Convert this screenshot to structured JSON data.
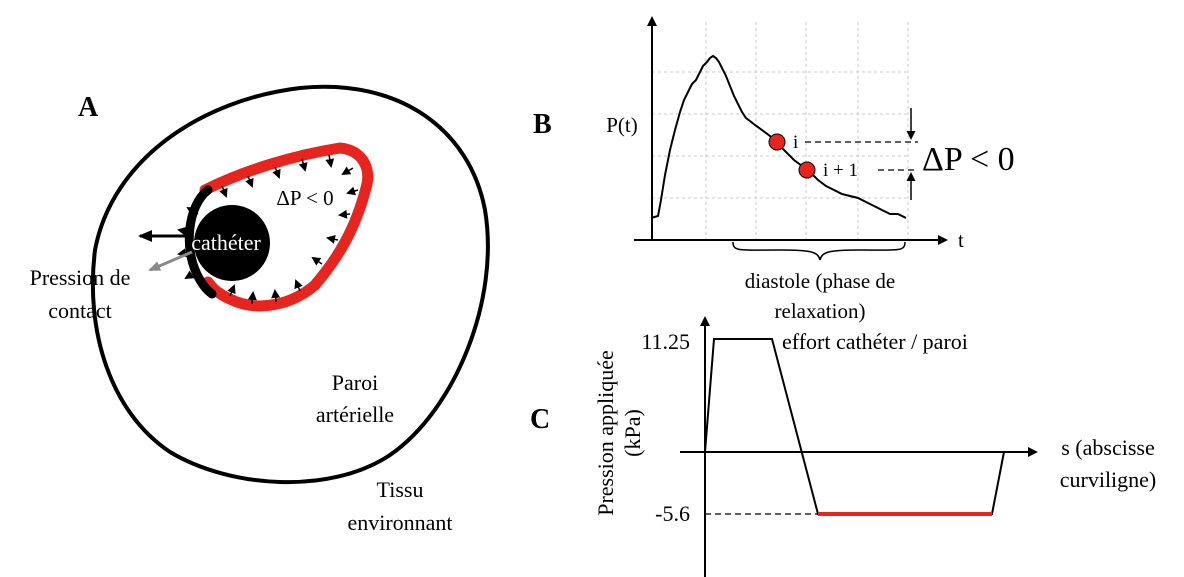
{
  "panel_a": {
    "letter": "A",
    "catheter_label": "cathéter",
    "delta_p_label": "ΔP < 0",
    "contact_pressure_line1": "Pression de",
    "contact_pressure_line2": "contact",
    "wall_line1": "Paroi",
    "wall_line2": "artérielle",
    "tissue_line1": "Tissu",
    "tissue_line2": "environnant"
  },
  "panel_b": {
    "letter": "B",
    "y_label": "P(t)",
    "x_label": "t",
    "point_i_label": "i",
    "point_i1_label": "i + 1",
    "delta_p_label": "ΔP < 0",
    "diastole_line1": "diastole (phase de",
    "diastole_line2": "relaxation)"
  },
  "panel_c": {
    "letter": "C",
    "y_label_line1": "Pression appliquée",
    "y_label_line2": "(kPa)",
    "x_label_line1": "s (abscisse",
    "x_label_line2": "curviligne)",
    "tick_top": "11.25",
    "tick_bottom": "-5.6",
    "curve_label": "effort cathéter / paroi"
  },
  "colors": {
    "ink": "#000000",
    "accent_red": "#e8241f",
    "grid": "#c8c8c8",
    "arrow_gray": "#8a8a8a"
  }
}
